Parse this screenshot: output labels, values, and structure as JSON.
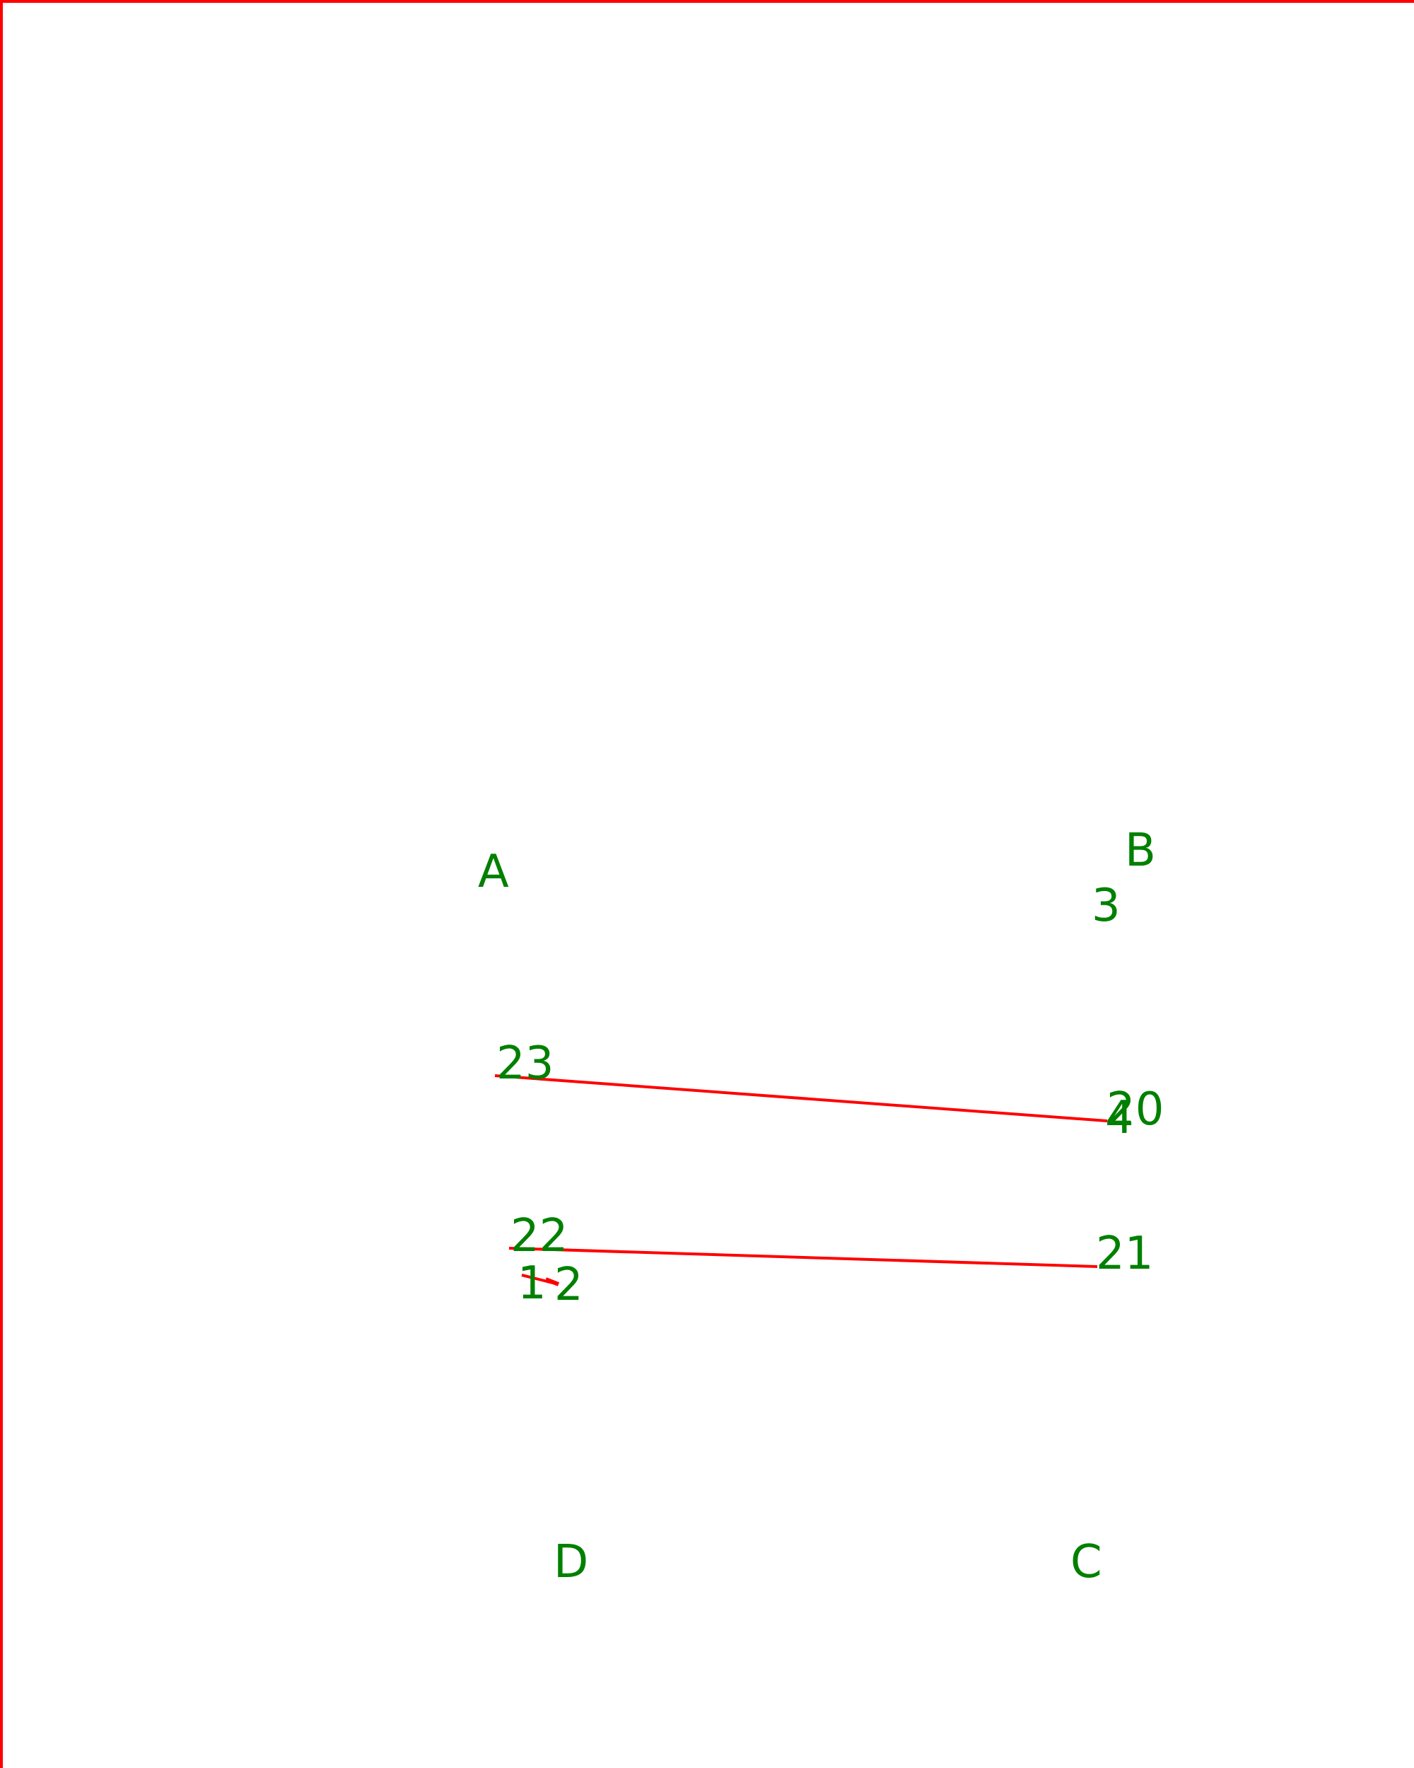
{
  "colors": {
    "label": "#008000",
    "line": "#ff0000",
    "frame": "#ff0000",
    "background": "#ffffff"
  },
  "labels": {
    "corner_a": "A",
    "corner_b": "B",
    "corner_c": "C",
    "corner_d": "D",
    "point_1": "1",
    "point_2": "2",
    "point_3": "3",
    "point_4": "4",
    "point_20": "20",
    "point_21": "21",
    "point_22": "22",
    "point_23": "23"
  }
}
